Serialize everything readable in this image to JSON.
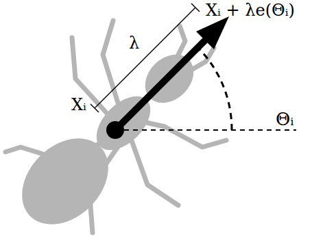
{
  "diagram": {
    "labels": [
      "Xᵢ + λe(Θᵢ)",
      "λ",
      "Xᵢ",
      "Θᵢ"
    ]
  }
}
